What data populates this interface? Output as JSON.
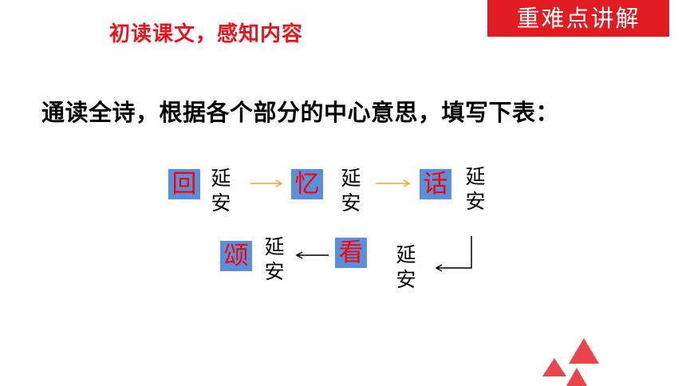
{
  "header": {
    "section_title": "初读课文，感知内容",
    "badge_label": "重难点讲解"
  },
  "instruction": "通读全诗，根据各个部分的中心意思，填写下表：",
  "flow": {
    "steps": [
      {
        "verb": "回",
        "object_top": "延",
        "object_bottom": "安"
      },
      {
        "verb": "忆",
        "object_top": "延",
        "object_bottom": "安"
      },
      {
        "verb": "话",
        "object_top": "延",
        "object_bottom": "安"
      },
      {
        "verb": "",
        "object_top": "延",
        "object_bottom": "安"
      },
      {
        "verb": "看",
        "object_top": "",
        "object_bottom": ""
      },
      {
        "verb": "颂",
        "object_top": "延",
        "object_bottom": "安"
      }
    ]
  },
  "colors": {
    "accent_red": "#e01b22",
    "box_blue": "#5b8fd9",
    "arrow_orange": "#f5a623",
    "triangle_red": "#e8464a"
  }
}
